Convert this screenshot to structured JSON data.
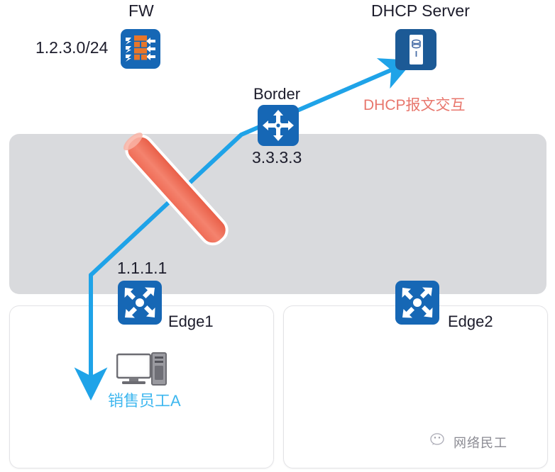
{
  "diagram": {
    "title": "DHCP relay network topology",
    "zones": {
      "fabric_band_name": "underlay-fabric",
      "edge_zone_1_name": "edge1-site",
      "edge_zone_2_name": "edge2-site"
    },
    "devices": [
      {
        "id": "fw",
        "label": "FW",
        "icon": "firewall-icon",
        "annotation": "1.2.3.0/24"
      },
      {
        "id": "dhcp_server",
        "label": "DHCP Server",
        "icon": "server-icon"
      },
      {
        "id": "border",
        "label": "Border",
        "icon": "router-icon",
        "annotation": "3.3.3.3"
      },
      {
        "id": "edge1",
        "label": "Edge1",
        "icon": "switch-icon",
        "annotation": "1.1.1.1"
      },
      {
        "id": "edge2",
        "label": "Edge2",
        "icon": "switch-icon"
      },
      {
        "id": "client_pc",
        "label": "销售员工A",
        "icon": "desktop-computer-icon"
      }
    ],
    "flows": [
      {
        "id": "dhcp_exchange",
        "label": "DHCP报文交互",
        "color": "#e8766c",
        "line_color": "#1fa3e8"
      }
    ],
    "blocker": {
      "id": "link-block-marker",
      "color": "#f2705c"
    },
    "watermark": {
      "text": "网络民工",
      "icon": "wechat-icon"
    },
    "colors": {
      "device_blue": "#1667b5",
      "server_blue": "#1c5a96",
      "brick_orange": "#e8762a",
      "flow_blue": "#1fa3e8",
      "accent_red": "#e8766c",
      "band_gray": "#d9dadd",
      "pc_label_blue": "#3eb7ef",
      "text_dark": "#1c1c2b"
    }
  }
}
